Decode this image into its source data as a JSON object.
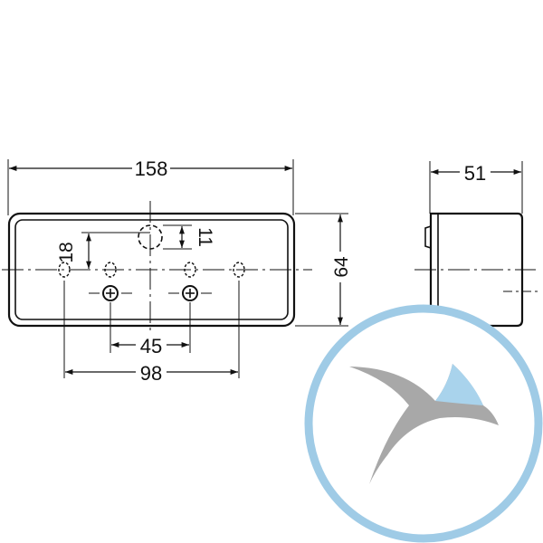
{
  "dimensions": {
    "overall_length": "158",
    "overall_height": "64",
    "depth": "51",
    "hole_diameter": "11",
    "hole_offset": "18",
    "inner_hole_spacing": "45",
    "outer_hole_spacing": "98"
  },
  "colors": {
    "line": "#111111",
    "logo_ring": "#9fcbe6",
    "logo_wing": "#a8a8a8",
    "logo_tip": "#a9d3ec"
  }
}
